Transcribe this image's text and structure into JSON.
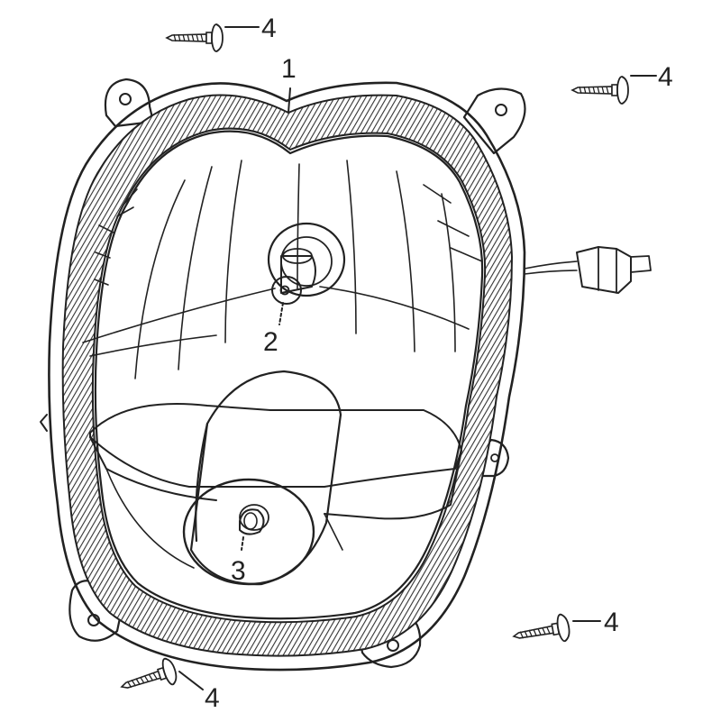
{
  "diagram": {
    "colors": {
      "line": "#222222",
      "background": "#ffffff",
      "hatch": "#333333"
    },
    "callouts": {
      "headlight_assembly": "1",
      "bulb_main": "2",
      "bulb_position": "3",
      "screw_top": "4",
      "screw_top_right": "4",
      "screw_bottom_right": "4",
      "screw_bottom_left": "4"
    }
  }
}
